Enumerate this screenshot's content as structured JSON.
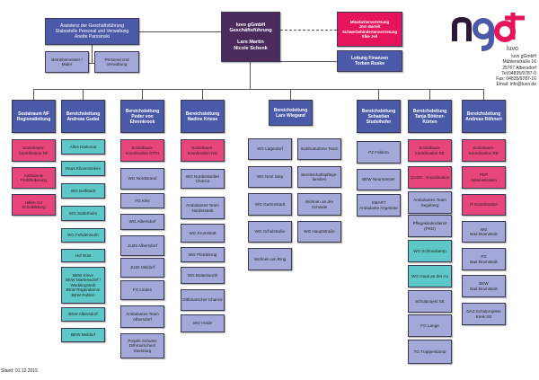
{
  "top": {
    "assistenz": "Assistenz der Geschäftsführung\nStabsstelle Personal und Verwaltung\nAnette Parosinski",
    "betriebsmeister": "Betriebsmeister /\nMaler",
    "personal": "Personal und\nVerwaltung",
    "geschaeftsfuehrung": "luvo gGmbH\nGeschäftsführung\n\nLars Martin\nNicole Schenk",
    "mitarbeitervertretung": "Mitarbeitervertretung\nJörn Bartelt\nSchwerbehindertenvertretung\nElke Jell",
    "finanzen": "Leitung Finanzen\nTorben Ruske"
  },
  "logo": {
    "mark": "ngd",
    "sub": "luvo"
  },
  "address": "luvo gGmbH\nMühlenstraße 16\n25767 Albersdorf\nTel:04835/9787-0\nFax: 04835/9787-16\nEmail: info@luvo.de",
  "footer": "Stand: 01.12.2015",
  "colors": {
    "head": "#4b5aa8",
    "sozialraum": "#e8457a",
    "wohngruppe": "#5ec8c8",
    "einrichtung": "#a4a8d8",
    "gf": "#4b2a5e",
    "mav": "#e6145a"
  },
  "columns": [
    {
      "head": "Sozialraum NF\nRegionalleitung",
      "items": [
        {
          "t": "Sozialraum-\nkoordination NF",
          "c": "pink"
        },
        {
          "t": "Ambulante\nFrühförderung",
          "c": "pink"
        },
        {
          "t": "Hilfen zur\nSchulbildung",
          "c": "pink"
        }
      ]
    },
    {
      "head": "Bereichsleitung\nAndreas Gudat",
      "items": [
        {
          "t": "Altes Diakonat",
          "c": "teal"
        },
        {
          "t": "Haus Kluvensieken",
          "c": "teal"
        },
        {
          "t": "WG Delfstedt",
          "c": "teal"
        },
        {
          "t": "WG Süderholm",
          "c": "teal"
        },
        {
          "t": "WG Fehderwurth",
          "c": "teal"
        },
        {
          "t": "Hof Rüst",
          "c": "teal"
        },
        {
          "t": "BEW Kleve\nBEW Martensdorf /\nWeddingstedt\nBEW Rügendamm\nBEW Pahlen",
          "c": "teal"
        },
        {
          "t": "BEW Albersdorf",
          "c": "teal"
        },
        {
          "t": "BEW Meldorf",
          "c": "teal"
        }
      ]
    },
    {
      "head": "Bereichsleitung\nPeder von\nEhrenkrook",
      "items": [
        {
          "t": "Sozialraum-\nkoordination DITH",
          "c": "pink"
        },
        {
          "t": "WG Nordstrand",
          "c": "lav"
        },
        {
          "t": "FG Kiks",
          "c": "lav"
        },
        {
          "t": "WG Albersdorf",
          "c": "lav"
        },
        {
          "t": "JU25 Albersdorf",
          "c": "lav"
        },
        {
          "t": "JU25 Meldorf",
          "c": "lav"
        },
        {
          "t": "FG Linden",
          "c": "lav"
        },
        {
          "t": "Ambulantes Team\nAlbersdorf",
          "c": "lav"
        },
        {
          "t": "Projekt Schulen\nDithmarschen/\nSteinburg",
          "c": "lav"
        }
      ]
    },
    {
      "head": "Bereichsleitung\nNadine Kriese",
      "items": [
        {
          "t": "Sozialraum-\nkoordination NO",
          "c": "pink"
        },
        {
          "t": "WG Norderstedter\nChance",
          "c": "lav"
        },
        {
          "t": "Ambulantes Team\nNorderstedt",
          "c": "lav"
        },
        {
          "t": "WG Krumstedt",
          "c": "lav"
        },
        {
          "t": "WG Pferdekrug",
          "c": "lav"
        },
        {
          "t": "WG Buttenwurth",
          "c": "lav"
        },
        {
          "t": "Dithmarscher Chance",
          "c": "lav"
        },
        {
          "t": "WG Heide",
          "c": "lav"
        }
      ]
    },
    {
      "head": "Bereichsleitung\nLars Wiegand",
      "items": [
        {
          "t": "WG Lägerdorf",
          "c": "lav"
        },
        {
          "t": "Inobhutnahme Team",
          "c": "lav"
        },
        {
          "t": "WG Next Step",
          "c": "lav"
        },
        {
          "t": "Bereitschaftspflege-\nfamilien",
          "c": "lav"
        },
        {
          "t": "WG Gartenstadt",
          "c": "lav"
        },
        {
          "t": "Wohnen an der\nSchwale",
          "c": "lav"
        },
        {
          "t": "WG Schulstraße",
          "c": "lav"
        },
        {
          "t": "WG Hauptstraße",
          "c": "lav"
        },
        {
          "t": "Wohnen am Ring",
          "c": "lav"
        }
      ]
    },
    {
      "head": "Bereichsleitung\nSebastian\nStudelhofer",
      "items": [
        {
          "t": "PZ Faldera",
          "c": "lav"
        },
        {
          "t": "BEW Neumünster",
          "c": "lav"
        },
        {
          "t": "SMART\nAmbulante Angebote",
          "c": "lav"
        }
      ]
    },
    {
      "head": "Bereichsleitung\nTanja Böttner-\nKürten",
      "items": [
        {
          "t": "Sozialraum-\nkoordination SE",
          "c": "pink"
        },
        {
          "t": "QUGK - Koordination",
          "c": "pink"
        },
        {
          "t": "Ambulantes Team\nSegeberg",
          "c": "lav"
        },
        {
          "t": "Pflegekinderdienst\n(PKD)",
          "c": "lav"
        },
        {
          "t": "WG Schlosskamp",
          "c": "teal"
        },
        {
          "t": "WG Haus an der Au",
          "c": "teal"
        },
        {
          "t": "Schulprojekt SE",
          "c": "lav"
        },
        {
          "t": "FG Lange",
          "c": "lav"
        },
        {
          "t": "TG Trappenkamp",
          "c": "lav"
        }
      ]
    },
    {
      "head": "Bereichsleitung\nAndreas  Röhnert",
      "items": [
        {
          "t": "Sozialraum-\nkoordination RB",
          "c": "pink"
        },
        {
          "t": "PEP\nAdministration",
          "c": "pink"
        },
        {
          "t": "IT Koordination",
          "c": "pink"
        },
        {
          "t": "WG\nBad Bramstedt",
          "c": "lav"
        },
        {
          "t": "PZ\nBad Bramstedt",
          "c": "lav"
        },
        {
          "t": "BEW\nBad Bramstedt",
          "c": "lav"
        },
        {
          "t": "DAZ Schulprojekte\nKreis SE",
          "c": "lav"
        }
      ]
    }
  ]
}
